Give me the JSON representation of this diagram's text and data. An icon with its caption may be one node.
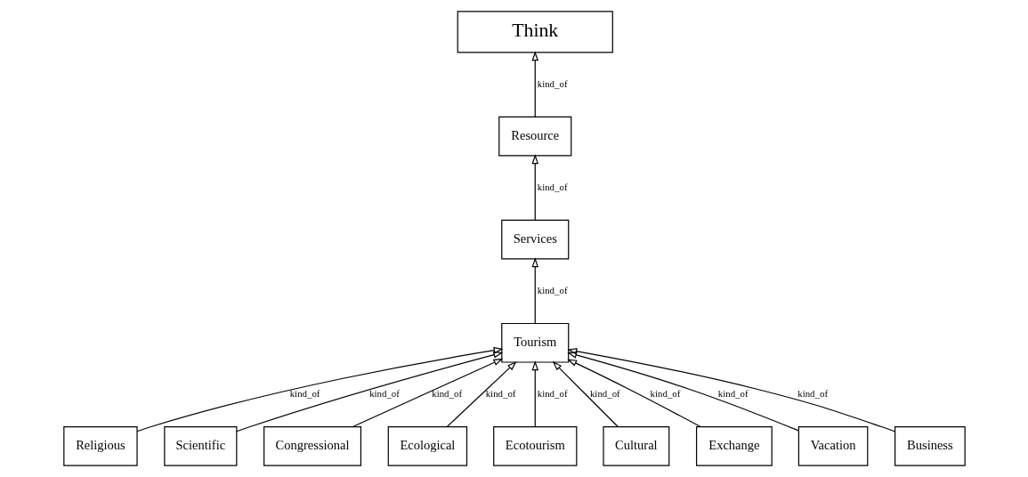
{
  "diagram": {
    "nodes": [
      {
        "text": [
          "Think"
        ]
      },
      {
        "text": [
          "Resource"
        ]
      },
      {
        "text": [
          "Services"
        ]
      },
      {
        "text": [
          "Tourism"
        ]
      },
      {
        "text": [
          "Religious"
        ]
      },
      {
        "text": [
          "Scientific"
        ]
      },
      {
        "text": [
          "Congressional"
        ]
      },
      {
        "text": [
          "Ecological"
        ]
      },
      {
        "text": [
          "Ecotourism"
        ]
      },
      {
        "text": [
          "Cultural"
        ]
      },
      {
        "text": [
          "Exchange"
        ]
      },
      {
        "text": [
          "Vacation"
        ]
      },
      {
        "text": [
          "Business"
        ]
      }
    ],
    "edges": [
      {
        "from": 1,
        "to": 0,
        "arrow": "to",
        "label": "kind_of"
      },
      {
        "from": 2,
        "to": 1,
        "arrow": "to",
        "label": "kind_of"
      },
      {
        "from": 3,
        "to": 2,
        "arrow": "to",
        "label": "kind_of"
      },
      {
        "from": 4,
        "to": 3,
        "arrow": "to",
        "label": "kind_of"
      },
      {
        "from": 5,
        "to": 3,
        "arrow": "to",
        "label": "kind_of"
      },
      {
        "from": 6,
        "to": 3,
        "arrow": "to",
        "label": "kind_of"
      },
      {
        "from": 7,
        "to": 3,
        "arrow": "to",
        "label": "kind_of"
      },
      {
        "from": 8,
        "to": 3,
        "arrow": "to",
        "label": "kind_of"
      },
      {
        "from": 9,
        "to": 3,
        "arrow": "to",
        "label": "kind_of"
      },
      {
        "from": 10,
        "to": 3,
        "arrow": "to",
        "label": "kind_of"
      },
      {
        "from": 11,
        "to": 3,
        "arrow": "to",
        "label": "kind_of"
      },
      {
        "from": 12,
        "to": 3,
        "arrow": "to",
        "label": "kind_of"
      }
    ]
  }
}
